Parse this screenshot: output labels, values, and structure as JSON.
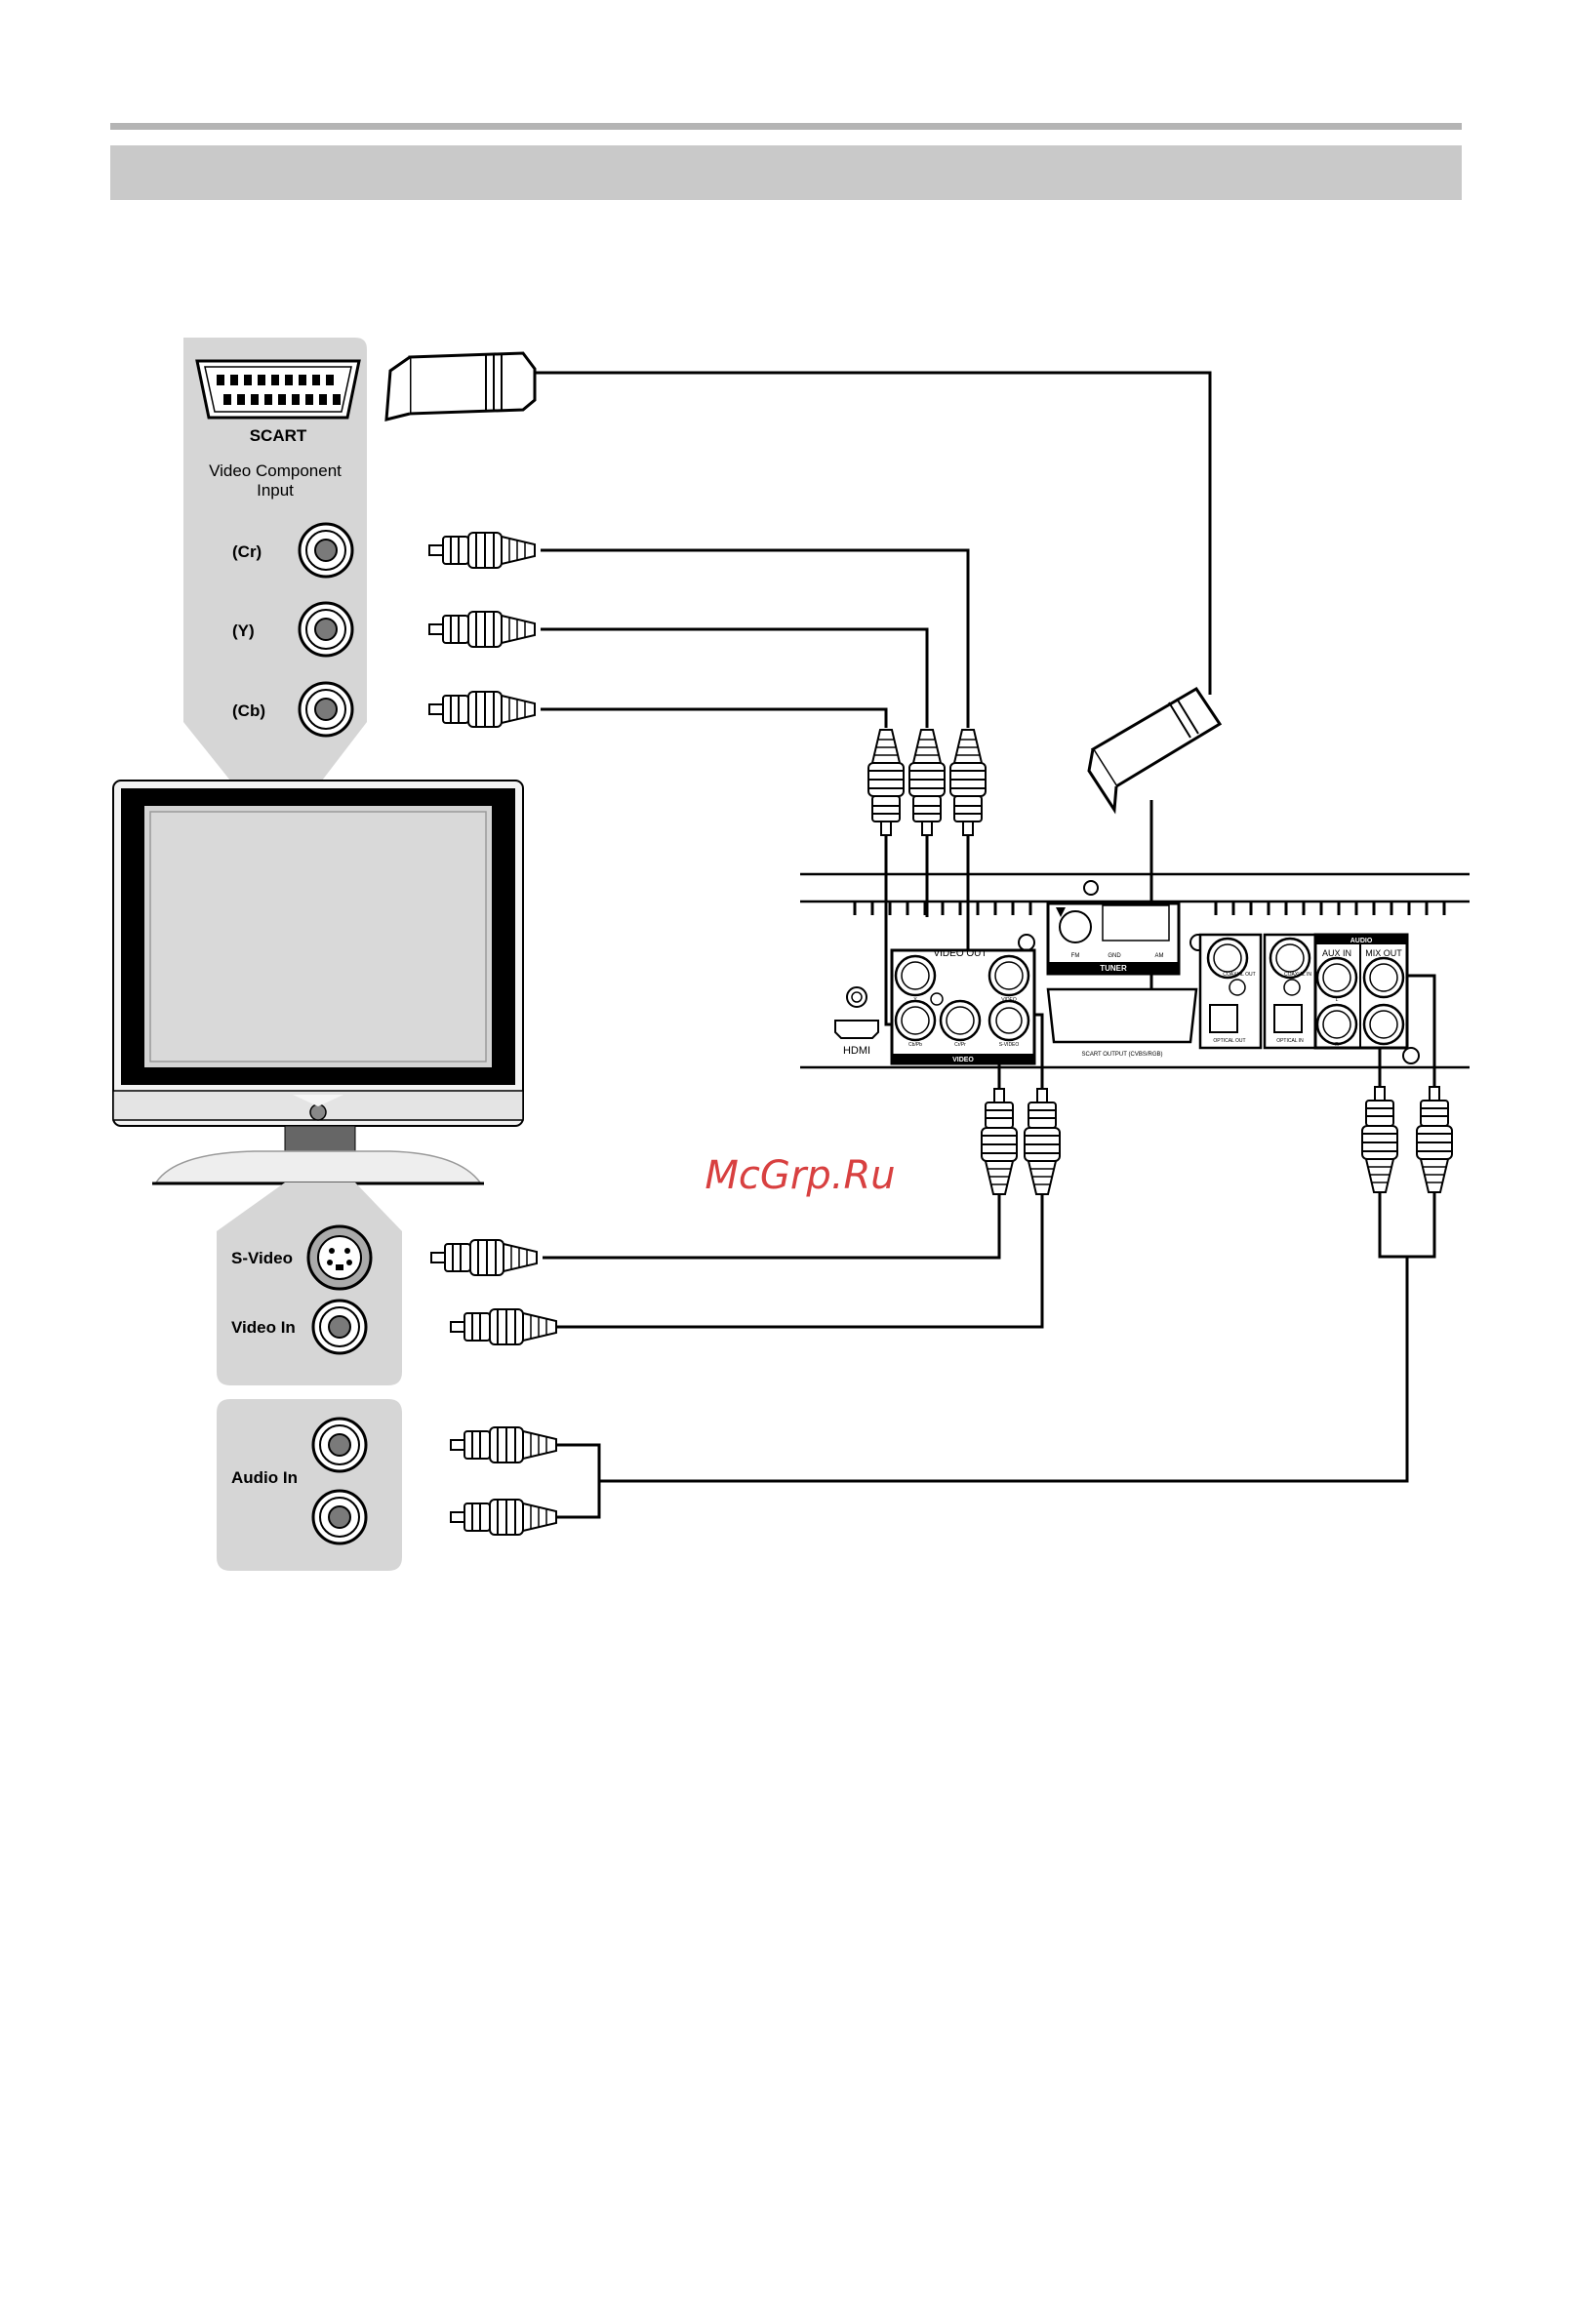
{
  "tv_panel": {
    "scart_label": "SCART",
    "component_label_line1": "Video Component",
    "component_label_line2": "Input",
    "cr_label": "(Cr)",
    "y_label": "(Y)",
    "cb_label": "(Cb)",
    "svideo_label": "S-Video",
    "video_in_label": "Video In",
    "audio_in_label": "Audio In"
  },
  "player_panel": {
    "video_out_label": "VIDEO OUT",
    "video_section_label": "VIDEO",
    "hdmi_label": "HDMI",
    "tuner_label": "TUNER",
    "fm_label": "FM",
    "gnd_label": "GND",
    "am_label": "AM",
    "scart_output_label": "SCART OUTPUT (CVBS/RGB)",
    "audio_section_label": "AUDIO",
    "aux_in_label": "AUX IN",
    "mix_out_label": "MIX OUT",
    "coaxial_out_label": "COAXIAL OUT",
    "coaxial_in_label": "COAXIAL IN",
    "optical_out_label": "OPTICAL OUT",
    "optical_in_label": "OPTICAL IN",
    "y_jack_label": "Y",
    "cb_jack_label": "Cb/Pb",
    "cr_jack_label": "Cr/Pr",
    "svideo_jack_label": "S-VIDEO",
    "video_jack_label": "VIDEO",
    "l_label": "L",
    "r_label": "R"
  },
  "watermark": "McGrp.Ru"
}
